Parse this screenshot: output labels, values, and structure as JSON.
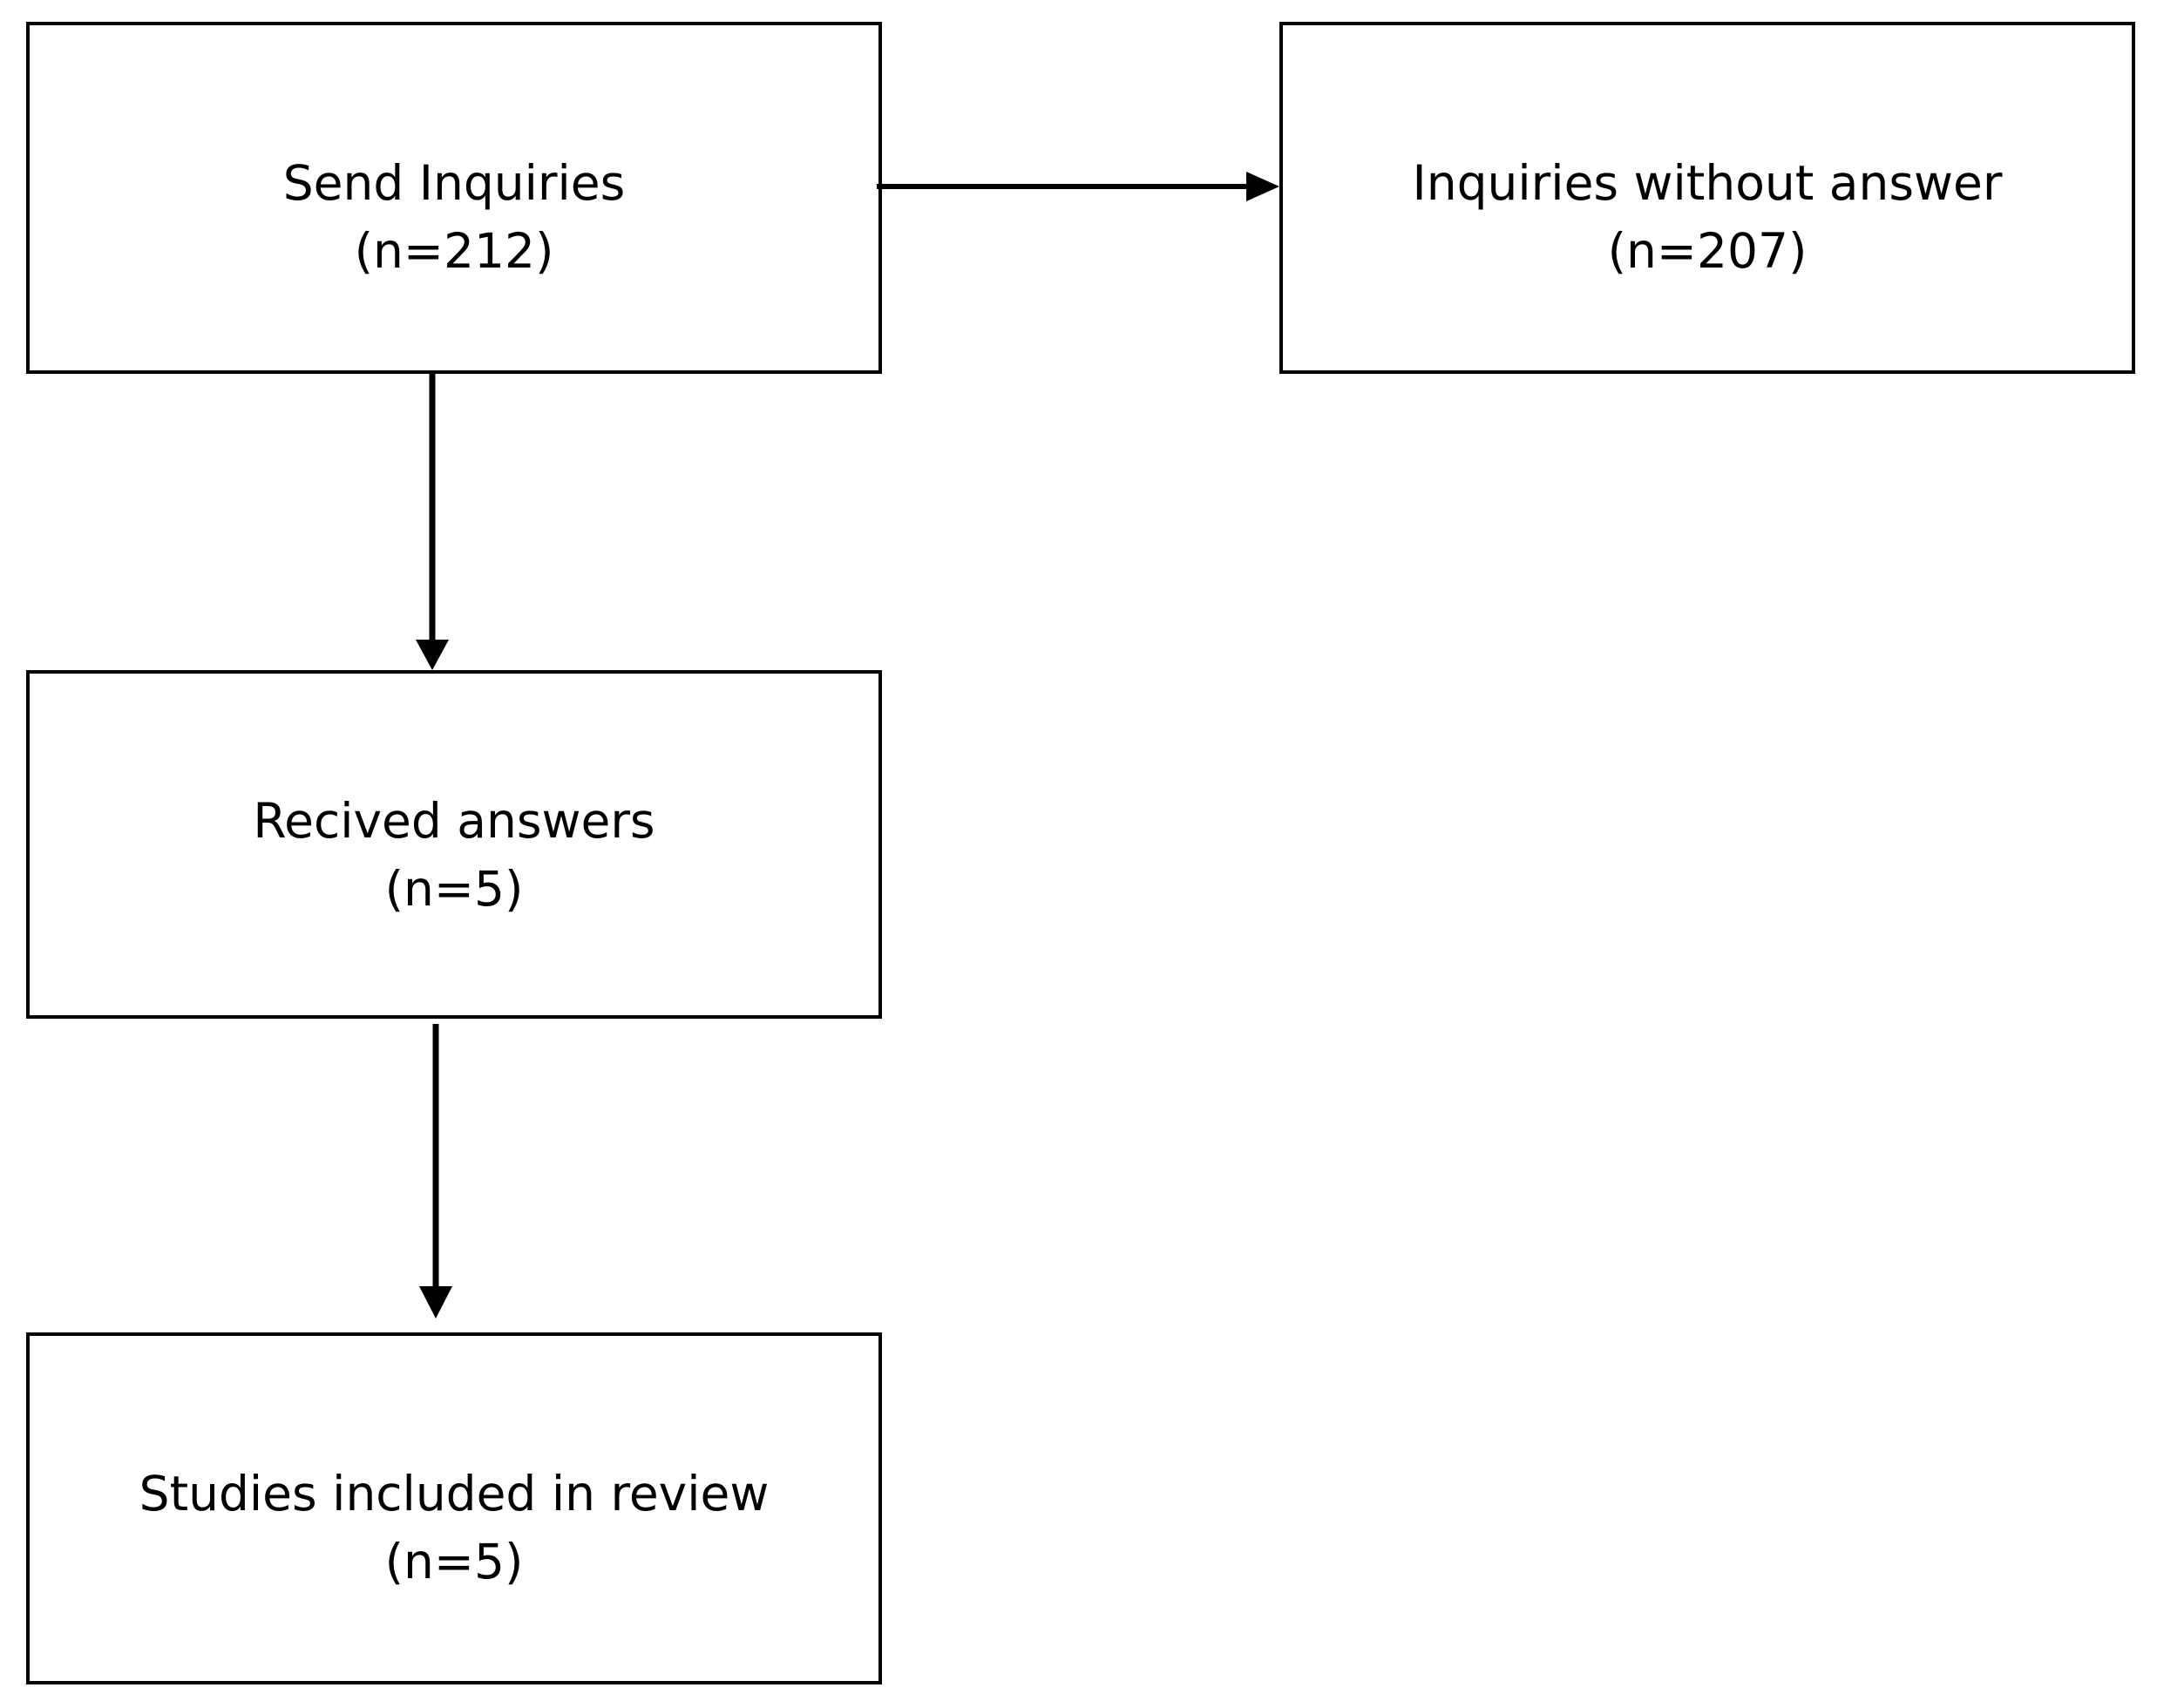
{
  "diagram": {
    "type": "flowchart",
    "boxes": {
      "send_inquiries": {
        "label": "Send Inquiries",
        "count": "(n=212)"
      },
      "inquiries_without_answer": {
        "label": "Inquiries without answer",
        "count": "(n=207)"
      },
      "received_answers": {
        "label": "Recived answers",
        "count": "(n=5)"
      },
      "studies_included": {
        "label": "Studies included in review",
        "count": "(n=5)"
      }
    },
    "edges": [
      {
        "from": "send_inquiries",
        "to": "inquiries_without_answer"
      },
      {
        "from": "send_inquiries",
        "to": "received_answers"
      },
      {
        "from": "received_answers",
        "to": "studies_included"
      }
    ],
    "colors": {
      "stroke": "#000000",
      "background": "#ffffff",
      "text": "#000000"
    }
  }
}
